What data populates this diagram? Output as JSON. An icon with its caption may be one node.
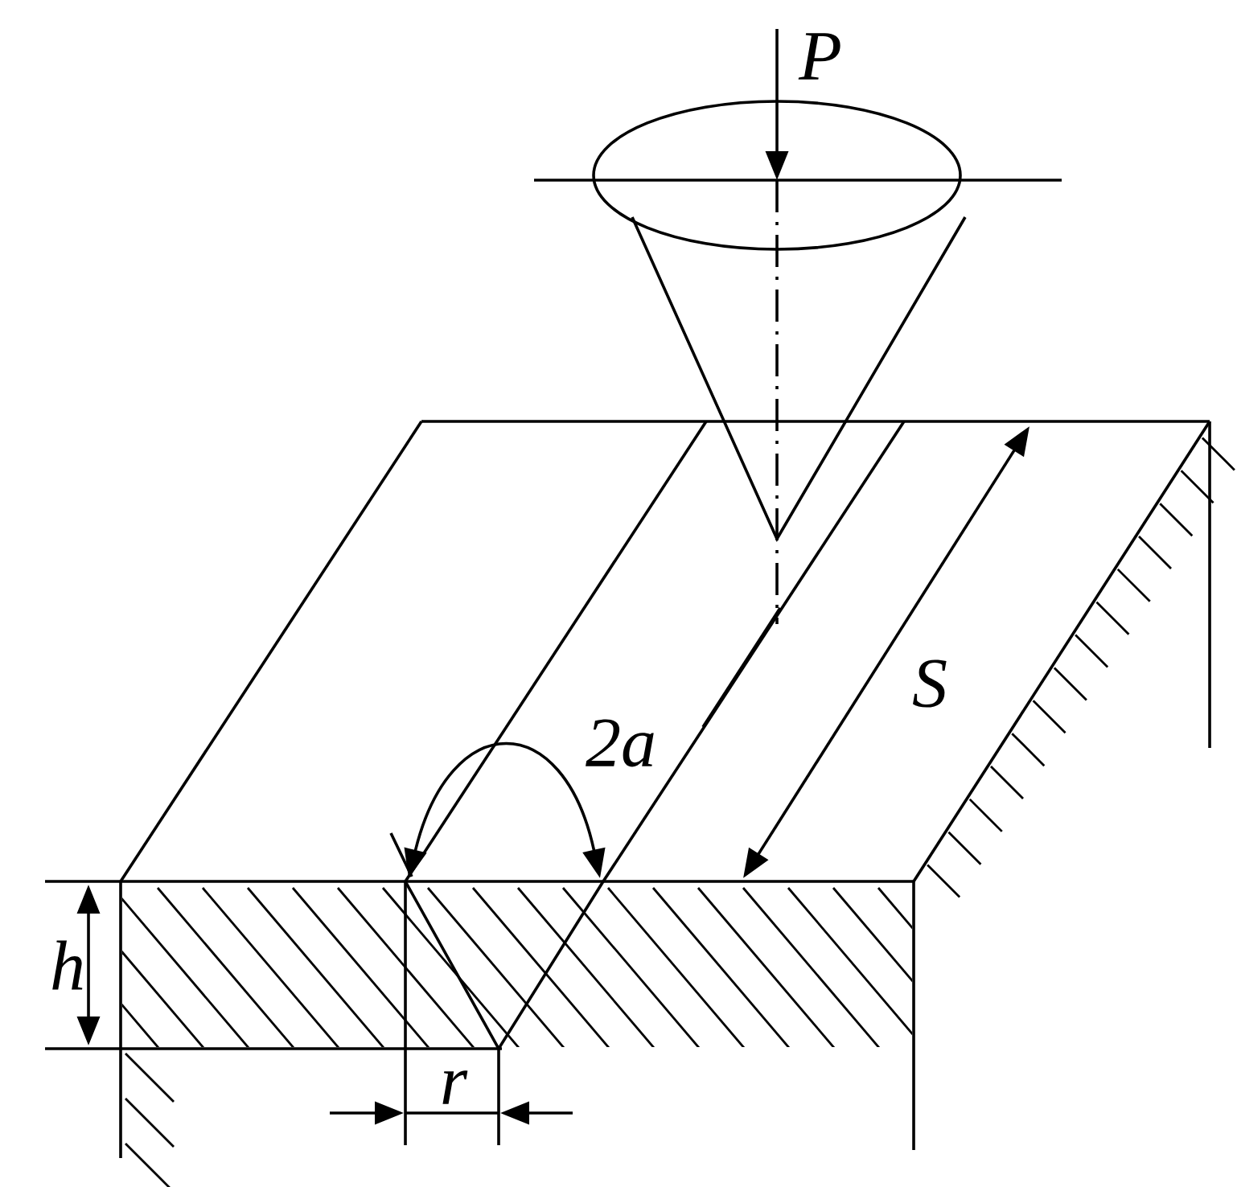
{
  "diagram": {
    "labels": [
      "P",
      "S",
      "2a",
      "h",
      "r"
    ]
  }
}
